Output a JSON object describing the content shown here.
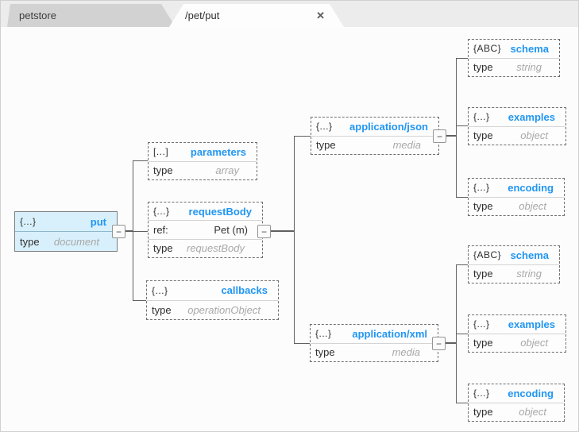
{
  "tabs": {
    "inactive": {
      "label": "petstore"
    },
    "active": {
      "label": "/pet/put",
      "close_glyph": "✕"
    }
  },
  "ui": {
    "type_label": "type",
    "ref_label": "ref:",
    "collapse_glyph": "−"
  },
  "colors": {
    "accent_blue": "#2196f3",
    "selected_node_bg": "#d8f0fb",
    "canvas_bg": "#fcfcfc",
    "tabbar_bg": "#ececec",
    "connector_gray": "#606060",
    "value_gray": "#a8a8a8"
  },
  "nodes": {
    "put": {
      "icon": "{...}",
      "title": "put",
      "type_value": "document"
    },
    "parameters": {
      "icon": "[...]",
      "title": "parameters",
      "type_value": "array"
    },
    "request_body": {
      "icon": "{...}",
      "title": "requestBody",
      "ref_value": "Pet (m)",
      "type_value": "requestBody"
    },
    "callbacks": {
      "icon": "{...}",
      "title": "callbacks",
      "type_value": "operationObject"
    },
    "application_json": {
      "icon": "{...}",
      "title": "application/json",
      "type_value": "media"
    },
    "json_schema": {
      "icon": "{ABC}",
      "title": "schema",
      "type_value": "string"
    },
    "json_examples": {
      "icon": "{...}",
      "title": "examples",
      "type_value": "object"
    },
    "json_encoding": {
      "icon": "{...}",
      "title": "encoding",
      "type_value": "object"
    },
    "application_xml": {
      "icon": "{...}",
      "title": "application/xml",
      "type_value": "media"
    },
    "xml_schema": {
      "icon": "{ABC}",
      "title": "schema",
      "type_value": "string"
    },
    "xml_examples": {
      "icon": "{...}",
      "title": "examples",
      "type_value": "object"
    },
    "xml_encoding": {
      "icon": "{...}",
      "title": "encoding",
      "type_value": "object"
    }
  }
}
